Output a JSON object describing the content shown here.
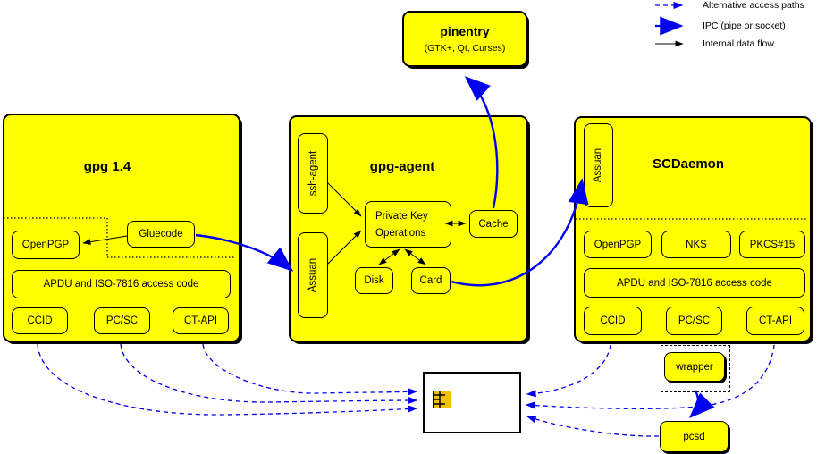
{
  "legend": {
    "items": [
      {
        "label": "Alternative access paths"
      },
      {
        "label": "IPC (pipe or socket)"
      },
      {
        "label": "Internal data flow"
      }
    ]
  },
  "pinentry": {
    "title": "pinentry",
    "subtitle": "(GTK+, Qt, Curses)"
  },
  "gpg14": {
    "title": "gpg 1.4",
    "openpgp": "OpenPGP",
    "gluecode": "Gluecode",
    "apdu": "APDU and ISO-7816 access code",
    "ccid": "CCID",
    "pcsc": "PC/SC",
    "ctapi": "CT-API"
  },
  "gpg_agent": {
    "title": "gpg-agent",
    "ssh_agent": "ssh-agent",
    "assuan": "Assuan",
    "private_key_line1": "Private Key",
    "private_key_line2": "Operations",
    "cache": "Cache",
    "disk": "Disk",
    "card": "Card"
  },
  "scdaemon": {
    "title": "SCDaemon",
    "assuan": "Assuan",
    "openpgp": "OpenPGP",
    "nks": "NKS",
    "pkcs15": "PKCS#15",
    "apdu": "APDU and ISO-7816 access code",
    "ccid": "CCID",
    "pcsc": "PC/SC",
    "ctapi": "CT-API"
  },
  "peripherals": {
    "wrapper": "wrapper",
    "pcsd": "pcsd"
  },
  "colors": {
    "module_fill": "#ffff00",
    "ipc_blue": "#0000ee",
    "line_black": "#000000",
    "chip_gold": "#efc100"
  }
}
